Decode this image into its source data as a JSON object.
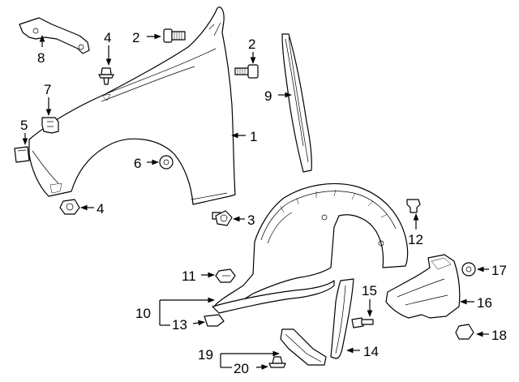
{
  "callouts": [
    {
      "id": "c1",
      "text": "1"
    },
    {
      "id": "c2a",
      "text": "2"
    },
    {
      "id": "c2b",
      "text": "2"
    },
    {
      "id": "c3",
      "text": "3"
    },
    {
      "id": "c4a",
      "text": "4"
    },
    {
      "id": "c4b",
      "text": "4"
    },
    {
      "id": "c5",
      "text": "5"
    },
    {
      "id": "c6",
      "text": "6"
    },
    {
      "id": "c7",
      "text": "7"
    },
    {
      "id": "c8",
      "text": "8"
    },
    {
      "id": "c9",
      "text": "9"
    },
    {
      "id": "c10",
      "text": "10"
    },
    {
      "id": "c11",
      "text": "11"
    },
    {
      "id": "c12",
      "text": "12"
    },
    {
      "id": "c13",
      "text": "13"
    },
    {
      "id": "c14",
      "text": "14"
    },
    {
      "id": "c15",
      "text": "15"
    },
    {
      "id": "c16",
      "text": "16"
    },
    {
      "id": "c17",
      "text": "17"
    },
    {
      "id": "c18",
      "text": "18"
    },
    {
      "id": "c19",
      "text": "19"
    },
    {
      "id": "c20",
      "text": "20"
    }
  ],
  "colors": {
    "line": "#000000",
    "background": "#ffffff"
  }
}
